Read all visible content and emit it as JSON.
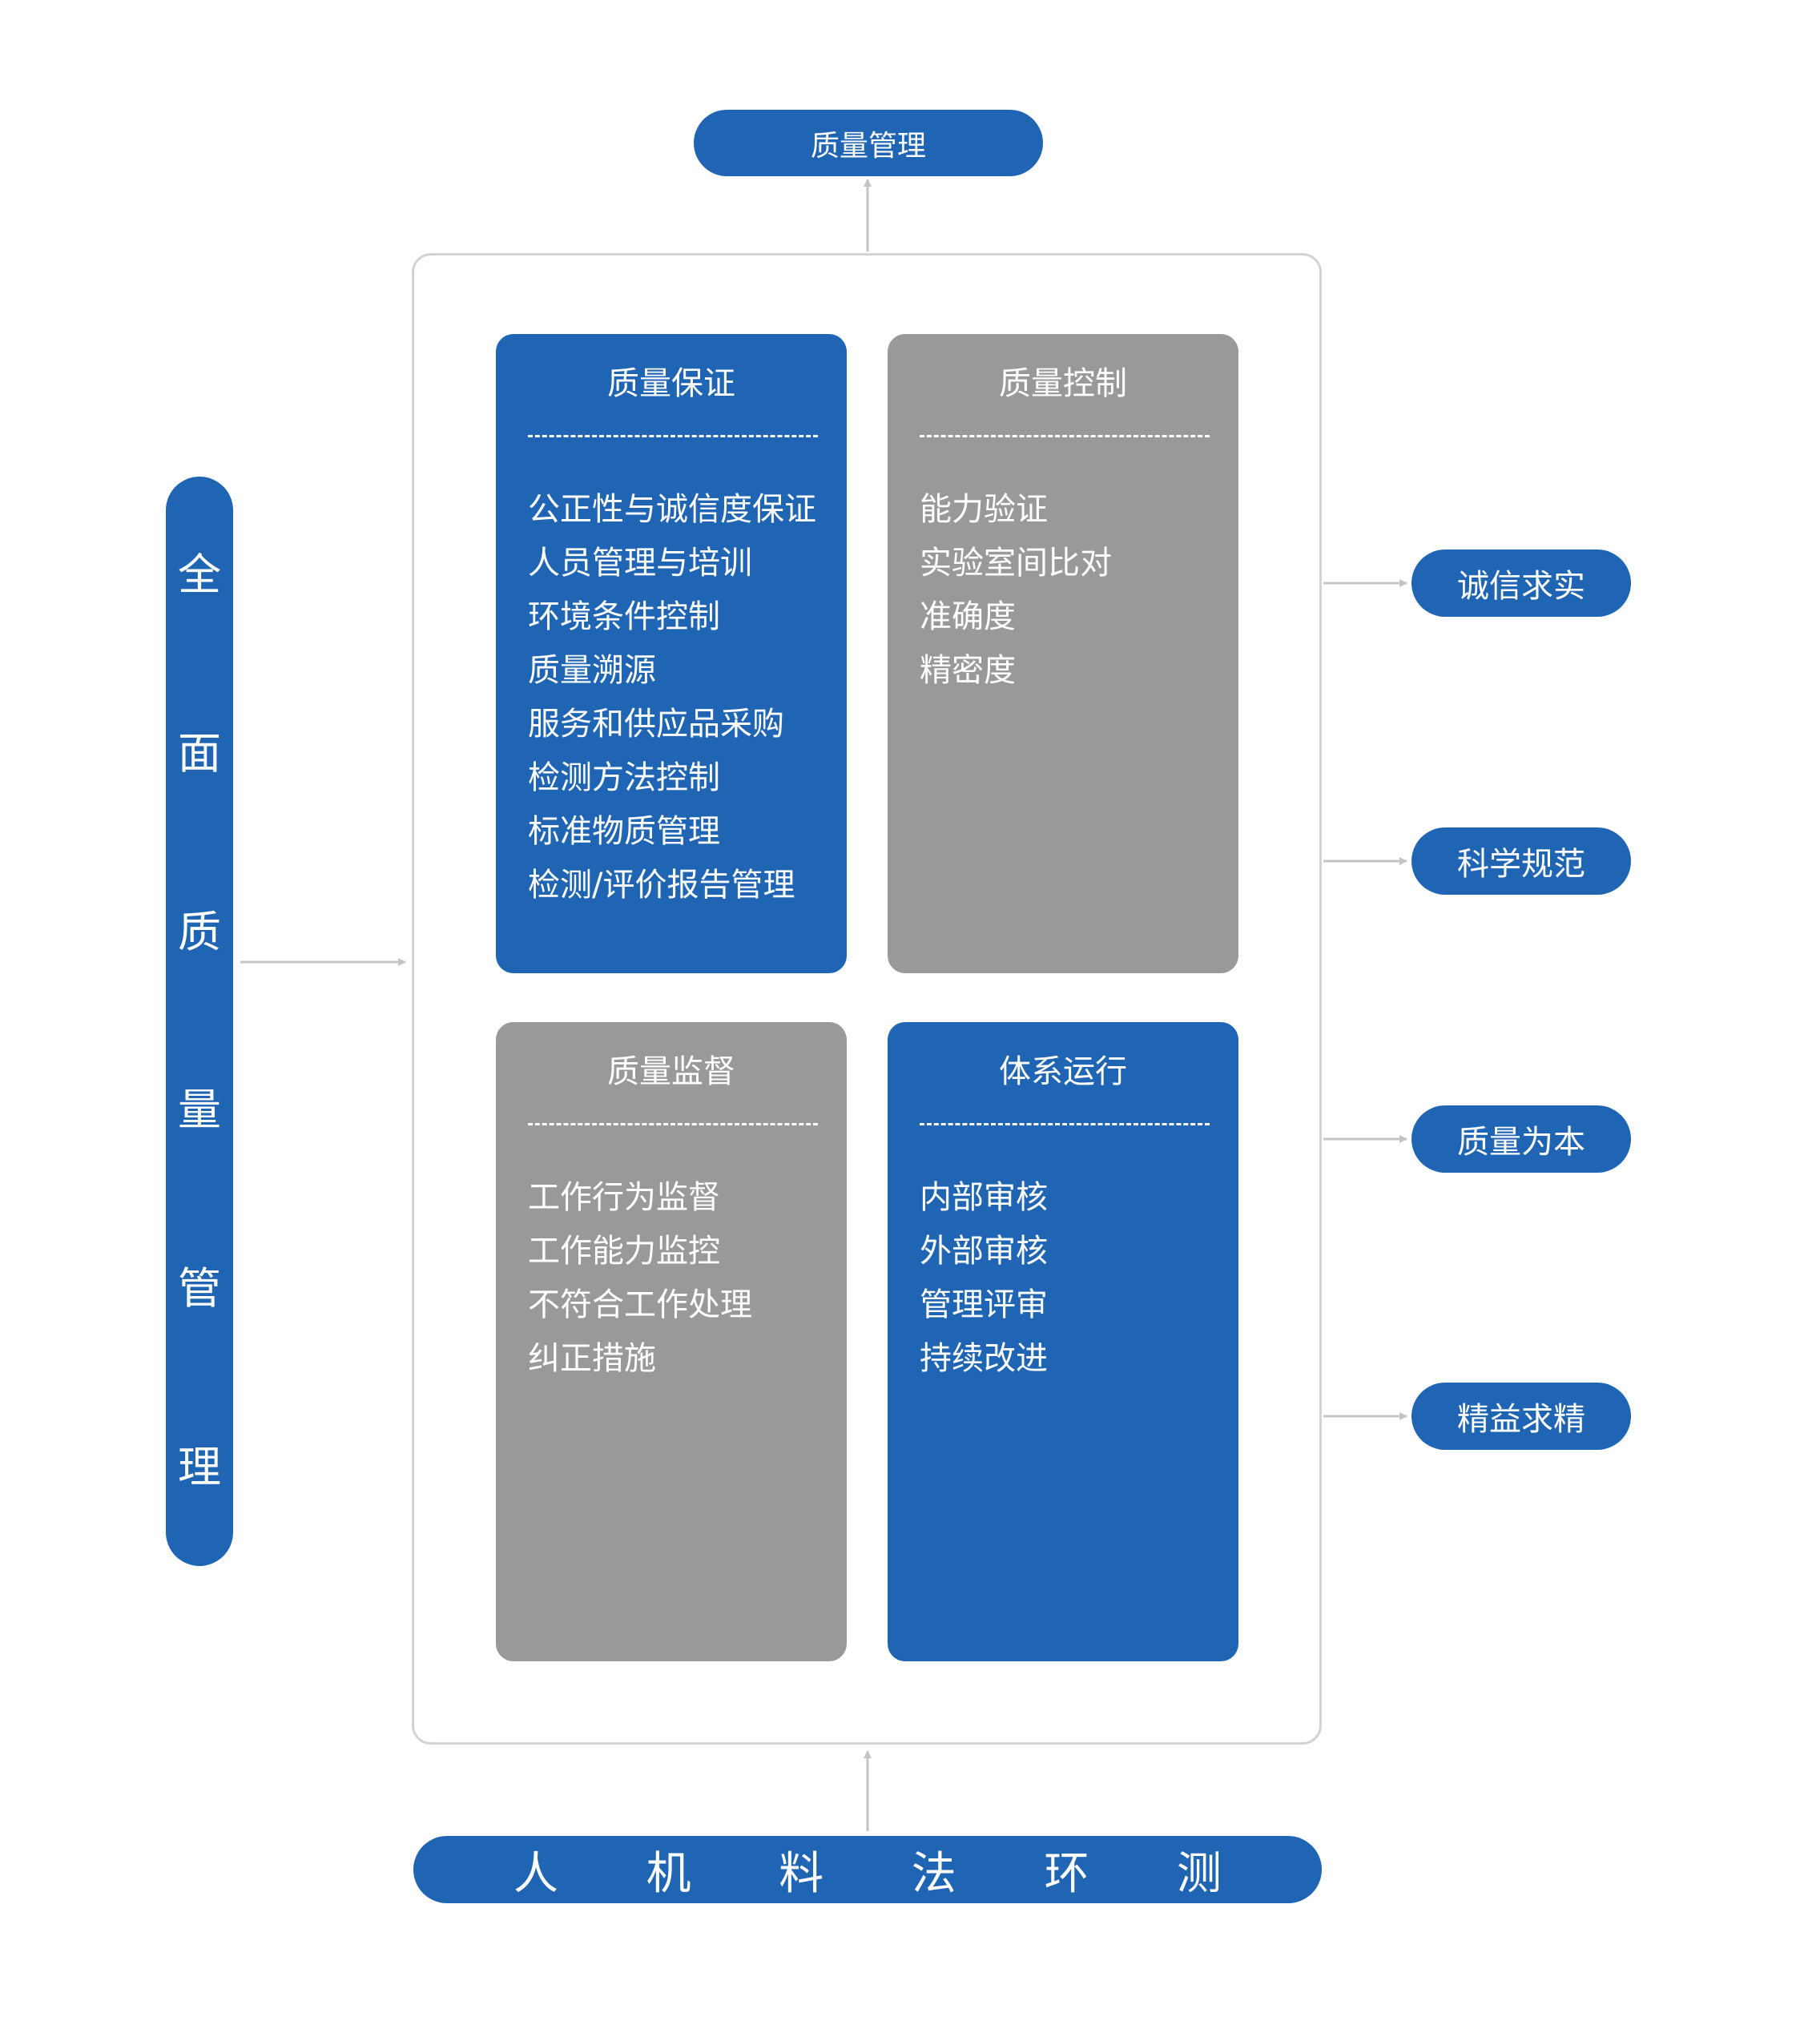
{
  "top": {
    "label": "质量管理"
  },
  "left": {
    "chars": [
      "全",
      "面",
      "质",
      "量",
      "管",
      "理"
    ]
  },
  "bottom": {
    "chars": [
      "人",
      "机",
      "料",
      "法",
      "环",
      "测"
    ]
  },
  "right": {
    "items": [
      "诚信求实",
      "科学规范",
      "质量为本",
      "精益求精"
    ]
  },
  "boxes": {
    "quality_assurance": {
      "title": "质量保证",
      "items": [
        "公正性与诚信度保证",
        "人员管理与培训",
        "环境条件控制",
        "质量溯源",
        "服务和供应品采购",
        "检测方法控制",
        "标准物质管理",
        "检测/评价报告管理"
      ]
    },
    "quality_control": {
      "title": "质量控制",
      "items": [
        "能力验证",
        "实验室间比对",
        "准确度",
        "精密度"
      ]
    },
    "quality_supervision": {
      "title": "质量监督",
      "items": [
        "工作行为监督",
        "工作能力监控",
        "不符合工作处理",
        "纠正措施"
      ]
    },
    "system_operation": {
      "title": "体系运行",
      "items": [
        "内部审核",
        "外部审核",
        "管理评审",
        "持续改进"
      ]
    }
  },
  "colors": {
    "blue": "#1f65b4",
    "gray": "#999999",
    "frame": "#d3d3d3",
    "arrow": "#c4c4c4"
  }
}
